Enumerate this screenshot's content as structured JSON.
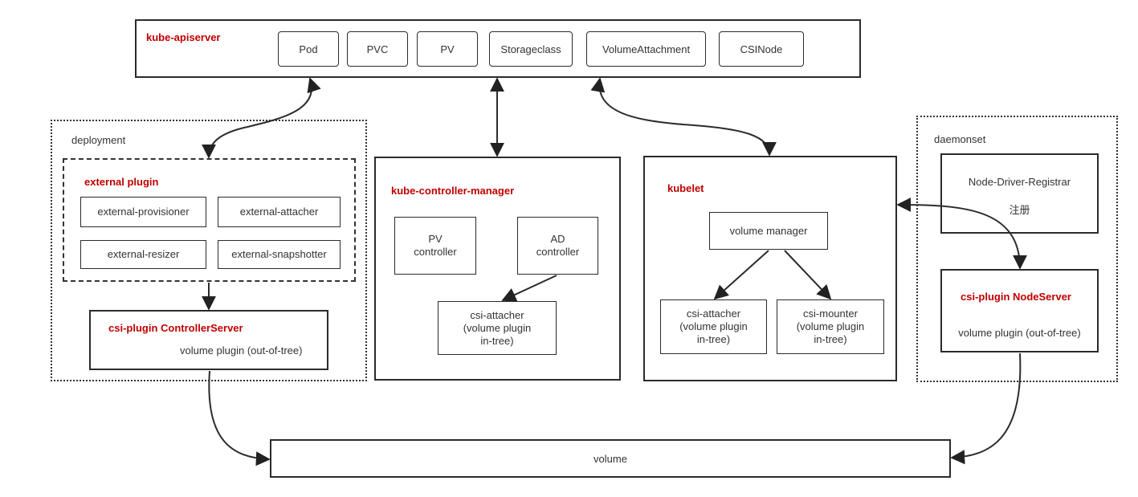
{
  "apiserver": {
    "title": "kube-apiserver",
    "resources": [
      "Pod",
      "PVC",
      "PV",
      "Storageclass",
      "VolumeAttachment",
      "CSINode"
    ]
  },
  "deployment": {
    "label": "deployment",
    "external_plugin": {
      "title": "external plugin",
      "items": [
        "external-provisioner",
        "external-attacher",
        "external-resizer",
        "external-snapshotter"
      ]
    },
    "controller_server": {
      "title": "csi-plugin  ControllerServer",
      "subtitle": "volume plugin (out-of-tree)"
    }
  },
  "controller_manager": {
    "title": "kube-controller-manager",
    "pv_controller": "PV\ncontroller",
    "ad_controller": "AD\ncontroller",
    "csi_attacher": "csi-attacher\n(volume plugin\nin-tree)"
  },
  "kubelet": {
    "title": "kubelet",
    "volume_manager": "volume manager",
    "csi_attacher": "csi-attacher\n(volume plugin\nin-tree)",
    "csi_mounter": "csi-mounter\n(volume plugin\nin-tree)"
  },
  "daemonset": {
    "label": "daemonset",
    "registrar_title": "Node-Driver-Registrar",
    "registrar_note": "注册",
    "node_server": {
      "title": "csi-plugin  NodeServer",
      "subtitle": "volume plugin (out-of-tree)"
    }
  },
  "volume": {
    "label": "volume"
  }
}
